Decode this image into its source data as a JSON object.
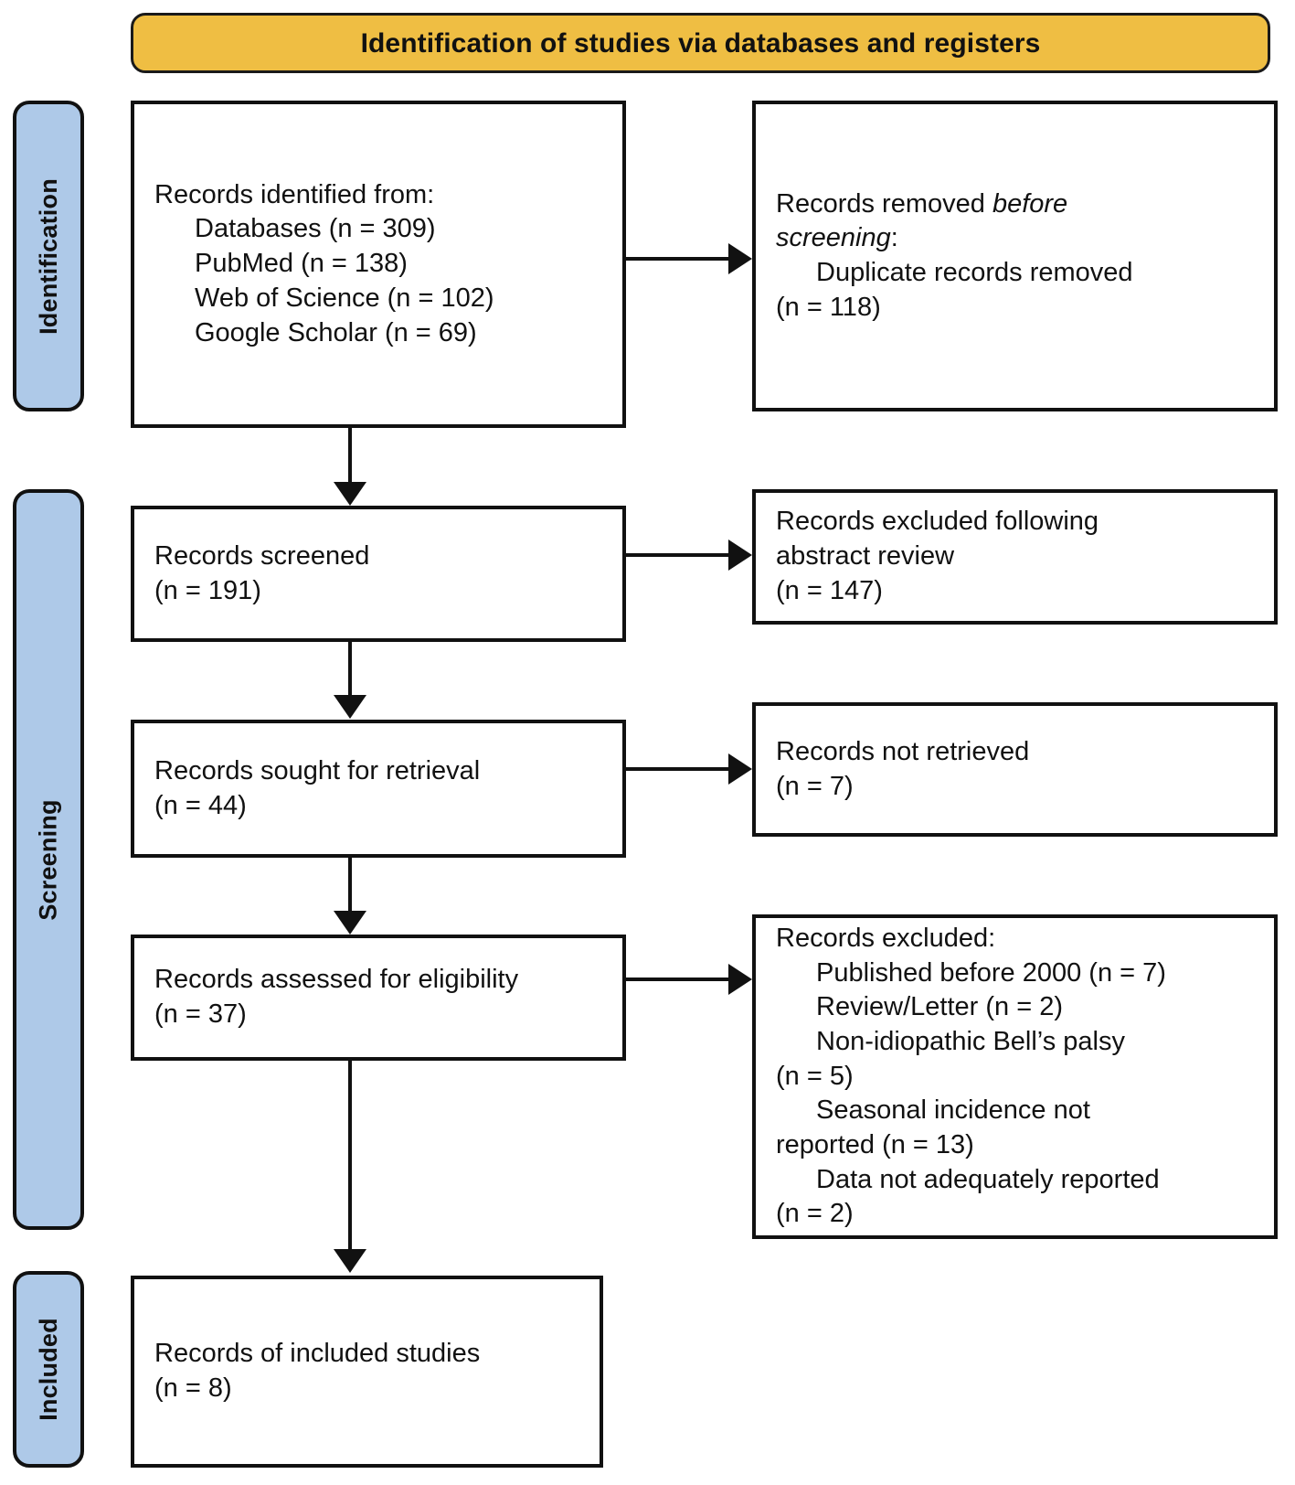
{
  "header": {
    "title": "Identification of studies via databases and registers"
  },
  "colors": {
    "header_fill": "#EFBE43",
    "rail_fill": "#AEC9E8",
    "box_fill": "#FFFFFF",
    "stroke": "#111111"
  },
  "rails": [
    {
      "label": "Identification"
    },
    {
      "label": "Screening"
    },
    {
      "label": "Included"
    }
  ],
  "boxes": {
    "identified": {
      "lines": [
        "Records identified from:",
        "Databases (n = 309)",
        "PubMed (n = 138)",
        "Web of Science (n = 102)",
        "Google Scholar (n = 69)"
      ]
    },
    "removed_before": {
      "lines": [
        "Records removed before",
        "screening:",
        "Duplicate records removed",
        "(n = 118)"
      ],
      "line1_plain": "Records removed ",
      "line1_italic": "before",
      "line2_italic": "screening",
      "line2_plain": ":"
    },
    "screened": {
      "lines": [
        "Records screened",
        "(n = 191)"
      ]
    },
    "excluded_abstract": {
      "lines": [
        "Records excluded following",
        "abstract review",
        "(n = 147)"
      ]
    },
    "sought": {
      "lines": [
        "Records sought for retrieval",
        "(n = 44)"
      ]
    },
    "not_retrieved": {
      "lines": [
        "Records not retrieved",
        "(n = 7)"
      ]
    },
    "assessed": {
      "lines": [
        "Records assessed for eligibility",
        "(n = 37)"
      ]
    },
    "excluded_reasons": {
      "lines": [
        "Records excluded:",
        "Published before 2000 (n = 7)",
        "Review/Letter (n = 2)",
        "Non-idiopathic Bell’s palsy",
        "(n = 5)",
        "Seasonal incidence not",
        "reported (n = 13)",
        "Data not adequately reported",
        "(n = 2)"
      ]
    },
    "included": {
      "lines": [
        "Records of included studies",
        "(n = 8)"
      ]
    }
  },
  "chart_data": {
    "type": "diagram",
    "title": "Identification of studies via databases and registers",
    "stages": [
      {
        "stage": "Identification",
        "node": "Records identified from",
        "counts": {
          "Databases": 309,
          "PubMed": 138,
          "Web of Science": 102,
          "Google Scholar": 69
        },
        "excluded_node": "Records removed before screening",
        "excluded_counts": {
          "Duplicate records removed": 118
        }
      },
      {
        "stage": "Screening",
        "node": "Records screened",
        "count": 191,
        "excluded_node": "Records excluded following abstract review",
        "excluded_count": 147
      },
      {
        "stage": "Screening",
        "node": "Records sought for retrieval",
        "count": 44,
        "excluded_node": "Records not retrieved",
        "excluded_count": 7
      },
      {
        "stage": "Screening",
        "node": "Records assessed for eligibility",
        "count": 37,
        "excluded_node": "Records excluded",
        "excluded_counts": {
          "Published before 2000": 7,
          "Review/Letter": 2,
          "Non-idiopathic Bell’s palsy": 5,
          "Seasonal incidence not reported": 13,
          "Data not adequately reported": 2
        }
      },
      {
        "stage": "Included",
        "node": "Records of included studies",
        "count": 8
      }
    ]
  }
}
